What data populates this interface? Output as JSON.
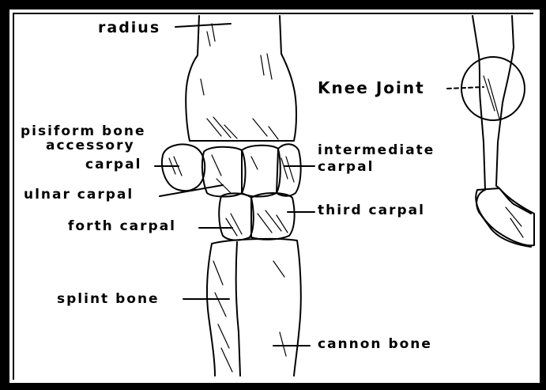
{
  "labels": {
    "radius": "radius",
    "knee_joint": "Knee Joint",
    "pisiform_line1": "pisiform bone",
    "pisiform_line2": "accessory",
    "pisiform_line3": "carpal",
    "intermediate_line1": "intermediate",
    "intermediate_line2": "carpal",
    "ulnar_carpal": "ulnar carpal",
    "third_carpal": "third carpal",
    "forth_carpal": "forth carpal",
    "splint_bone": "splint bone",
    "cannon_bone": "cannon bone"
  }
}
